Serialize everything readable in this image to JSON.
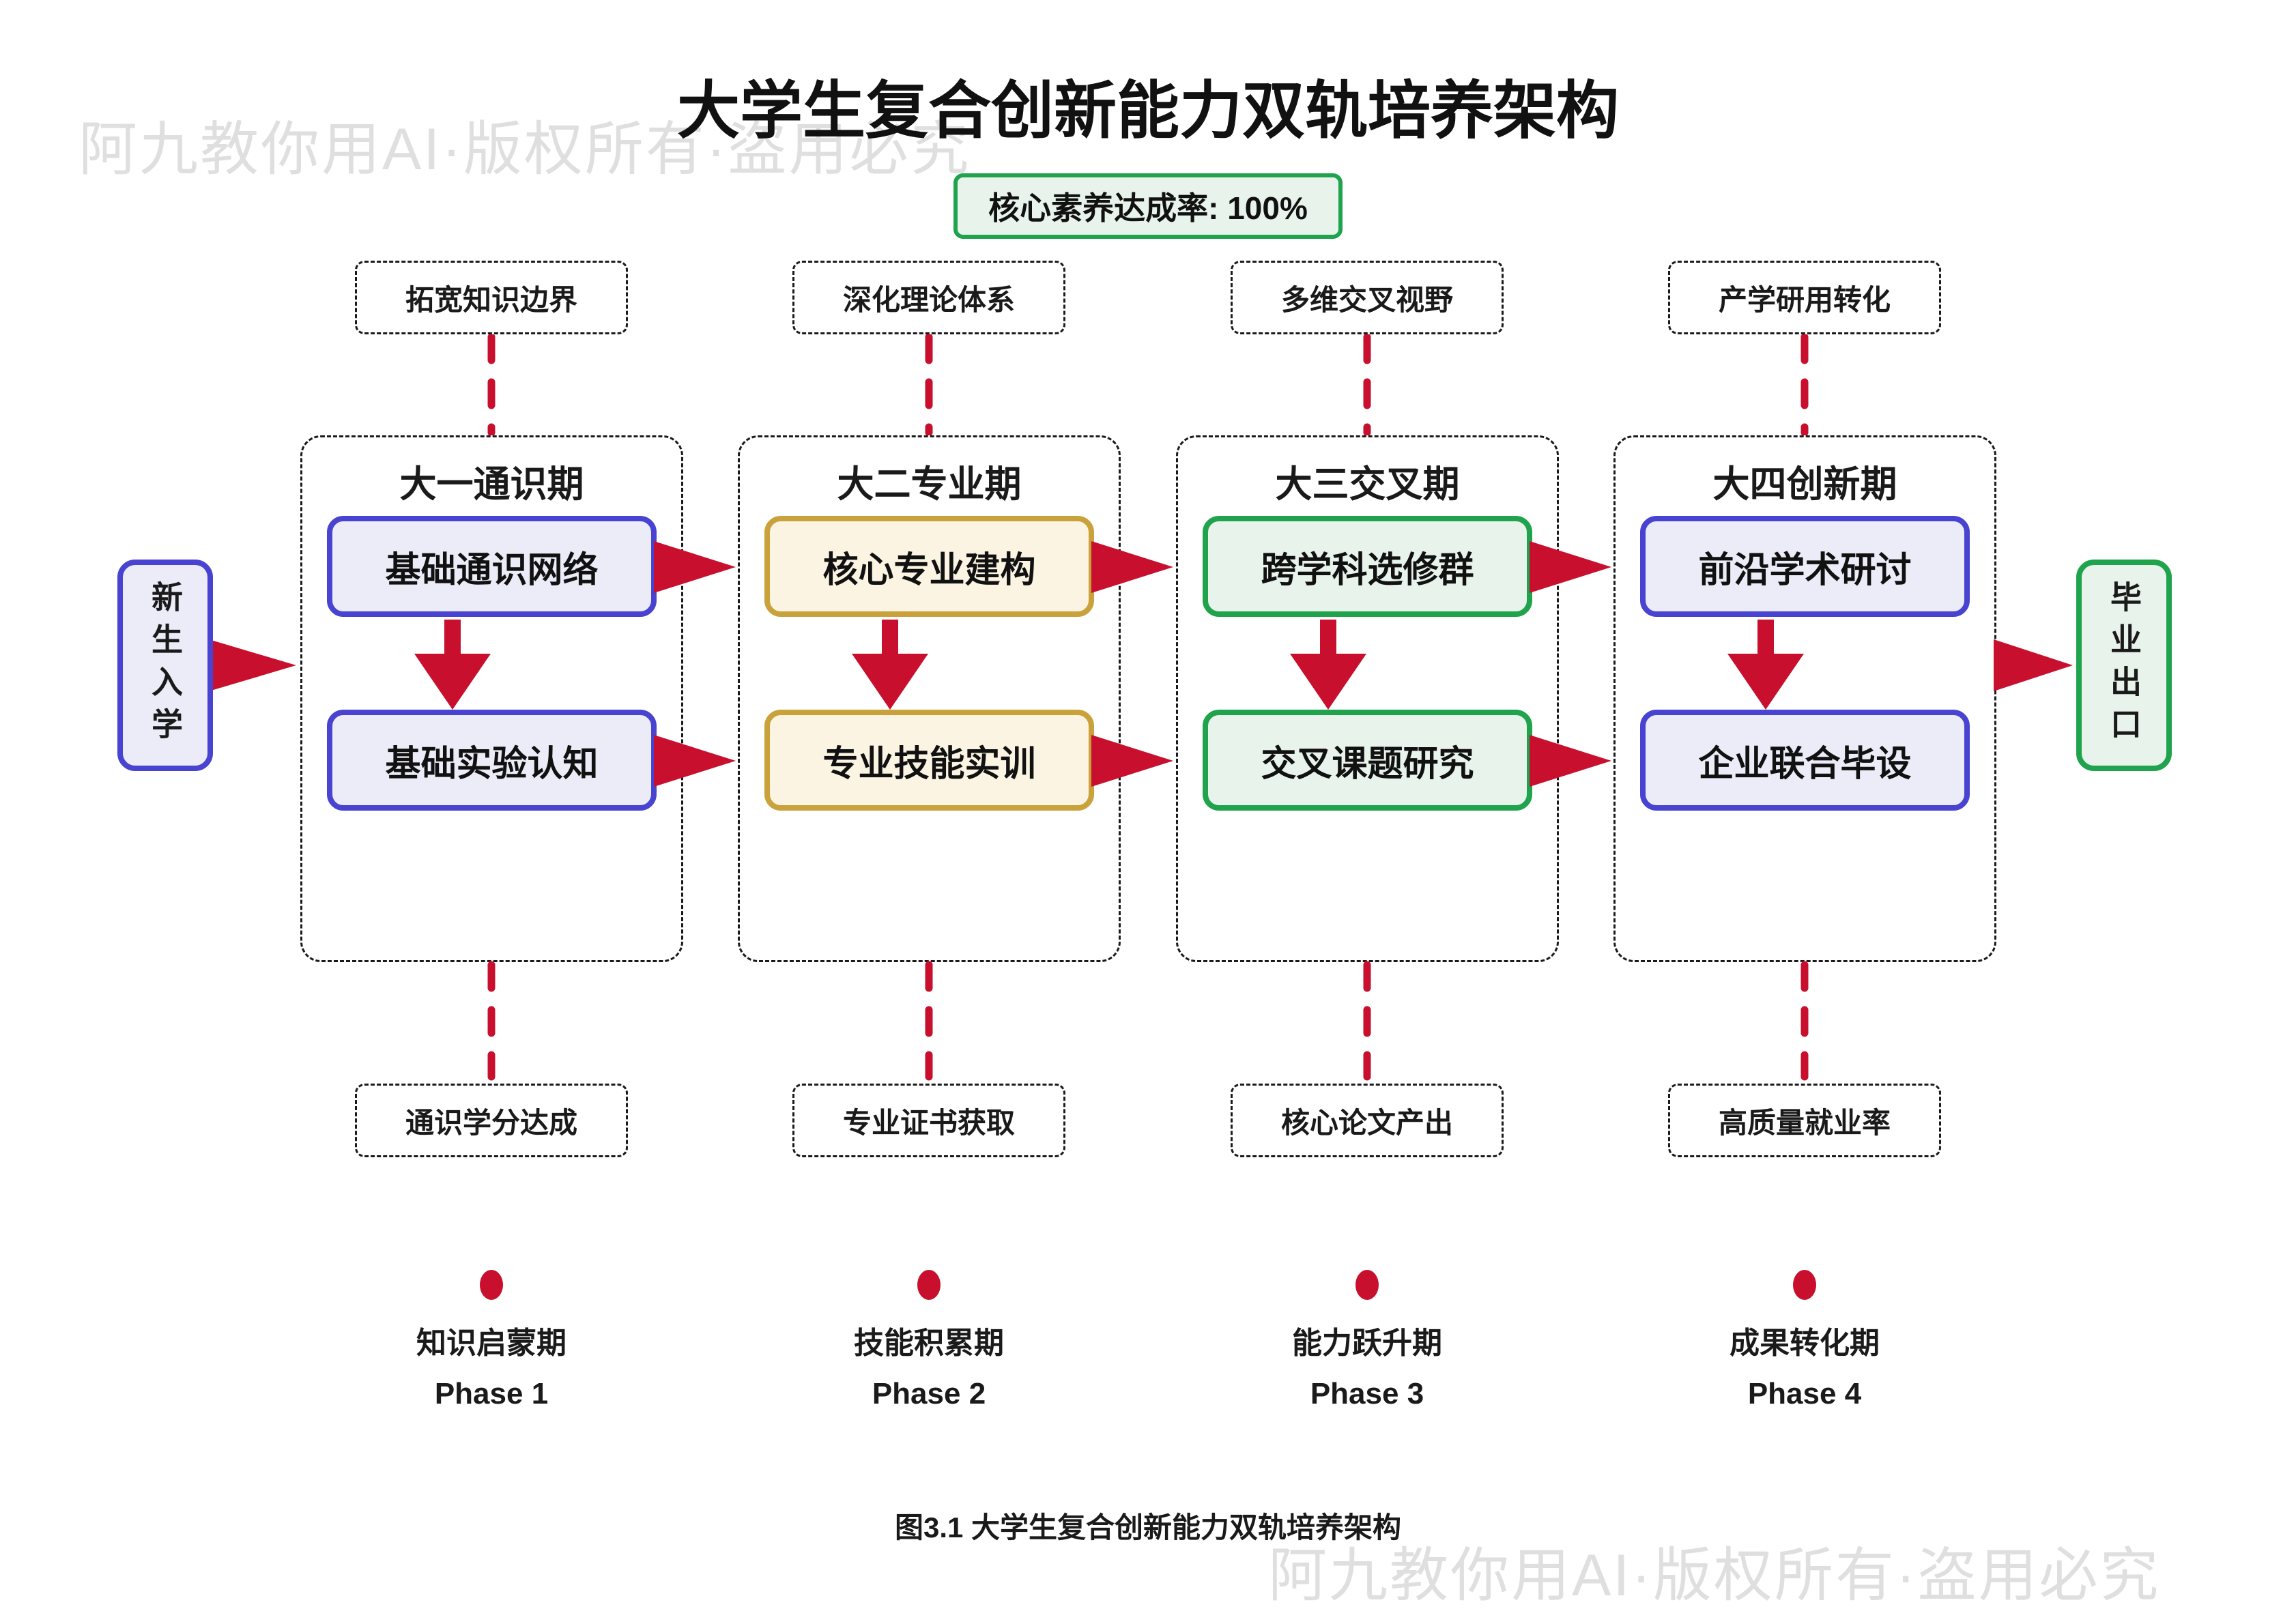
{
  "page": {
    "title": "大学生复合创新能力双轨培养架构",
    "caption": "图3.1 大学生复合创新能力双轨培养架构",
    "watermark_top": "阿九教你用AI·版权所有·盗用必究",
    "watermark_bottom": "阿九教你用AI·版权所有·盗用必究"
  },
  "badge": {
    "label": "核心素养达成率: 100%"
  },
  "entry": {
    "label": "新生入学"
  },
  "exit": {
    "label": "毕业出口"
  },
  "columns": [
    {
      "goal_label": "拓宽知识边界",
      "stage_title": "大一通识期",
      "course1": "基础通识网络",
      "course2": "基础实验认知",
      "outcome_label": "通识学分达成",
      "phase_name": "知识启蒙期",
      "phase_id": "Phase 1"
    },
    {
      "goal_label": "深化理论体系",
      "stage_title": "大二专业期",
      "course1": "核心专业建构",
      "course2": "专业技能实训",
      "outcome_label": "专业证书获取",
      "phase_name": "技能积累期",
      "phase_id": "Phase 2"
    },
    {
      "goal_label": "多维交叉视野",
      "stage_title": "大三交叉期",
      "course1": "跨学科选修群",
      "course2": "交叉课题研究",
      "outcome_label": "核心论文产出",
      "phase_name": "能力跃升期",
      "phase_id": "Phase 3"
    },
    {
      "goal_label": "产学研用转化",
      "stage_title": "大四创新期",
      "course1": "前沿学术研讨",
      "course2": "企业联合毕设",
      "outcome_label": "高质量就业率",
      "phase_name": "成果转化期",
      "phase_id": "Phase 4"
    }
  ],
  "colors": {
    "arrow_red": "#C8102E",
    "purple_border": "#4843D0",
    "purple_fill": "#ECEBF8",
    "gold_border": "#C9A23B",
    "gold_fill": "#FBF4E2",
    "green_border": "#1FA34D",
    "green_fill": "#E8F4EB",
    "dash_border": "#1A1A1A",
    "watermark_gray": "#DFDFDF"
  }
}
